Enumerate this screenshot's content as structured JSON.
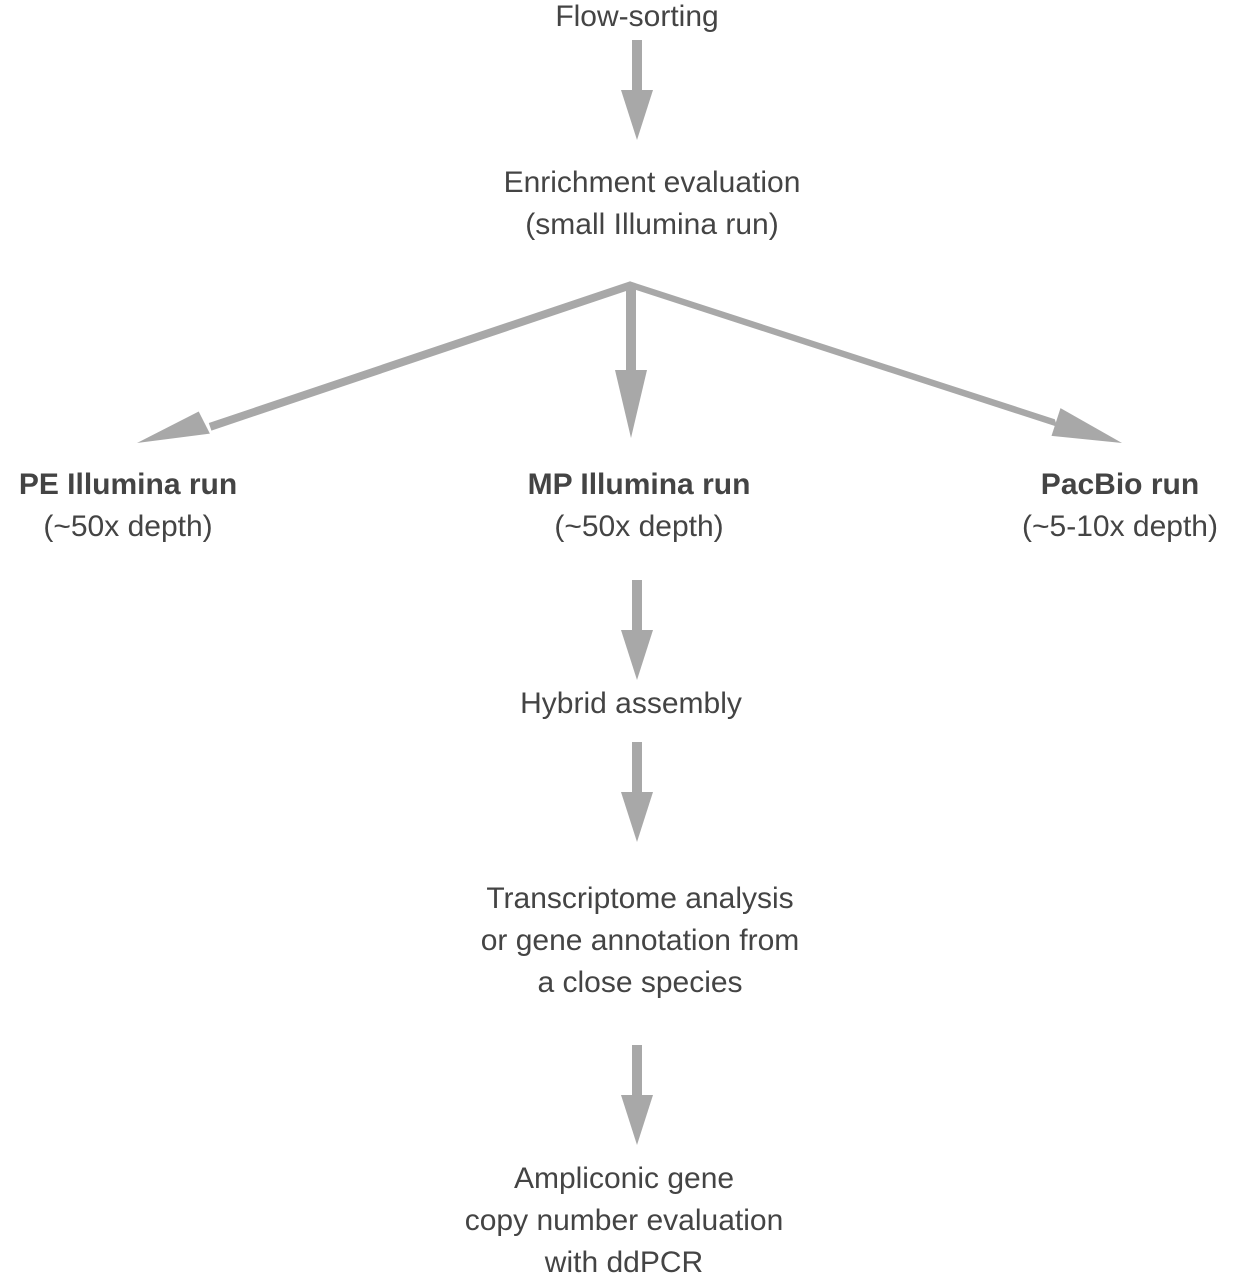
{
  "colors": {
    "arrow": "#a8a8a8",
    "text": "#444444",
    "background": "#ffffff"
  },
  "nodes": {
    "flow_sorting": "Flow-sorting",
    "enrichment": {
      "line1": "Enrichment evaluation",
      "line2": "(small Illumina run)"
    },
    "pe": {
      "title": "PE Illumina run",
      "depth": "(~50x depth)"
    },
    "mp": {
      "title": "MP Illumina run",
      "depth": "(~50x depth)"
    },
    "pacbio": {
      "title": "PacBio run",
      "depth": "(~5-10x depth)"
    },
    "hybrid": "Hybrid assembly",
    "transcriptome": {
      "line1": "Transcriptome analysis",
      "line2": "or gene annotation from",
      "line3": "a close species"
    },
    "ampliconic": {
      "line1": "Ampliconic gene",
      "line2": "copy number evaluation",
      "line3": "with ddPCR"
    }
  }
}
